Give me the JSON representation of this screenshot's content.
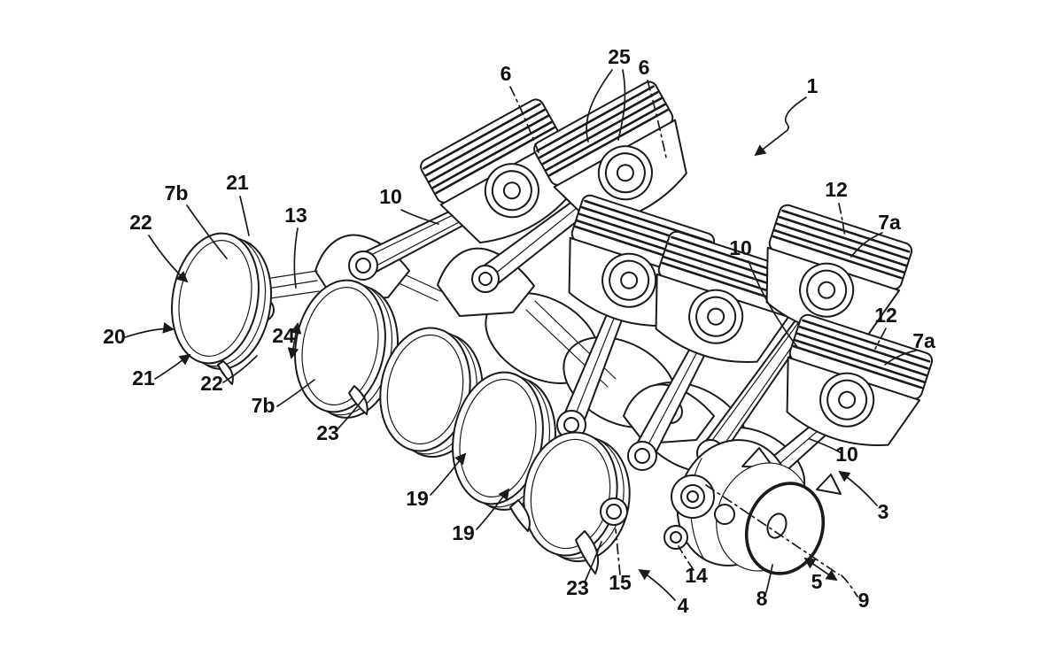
{
  "figure": {
    "colors": {
      "ink": "#1a1a1a",
      "background": "#ffffff"
    },
    "labels": [
      {
        "id": "6-left",
        "text": "6"
      },
      {
        "id": "25",
        "text": "25"
      },
      {
        "id": "6-right",
        "text": "6"
      },
      {
        "id": "1",
        "text": "1"
      },
      {
        "id": "7b-top",
        "text": "7b"
      },
      {
        "id": "21-top",
        "text": "21"
      },
      {
        "id": "22-top",
        "text": "22"
      },
      {
        "id": "13",
        "text": "13"
      },
      {
        "id": "10-left",
        "text": "10"
      },
      {
        "id": "20",
        "text": "20"
      },
      {
        "id": "21-bottom",
        "text": "21"
      },
      {
        "id": "22-bottom",
        "text": "22"
      },
      {
        "id": "24",
        "text": "24"
      },
      {
        "id": "7b-bottom",
        "text": "7b"
      },
      {
        "id": "23-left",
        "text": "23"
      },
      {
        "id": "19-upper",
        "text": "19"
      },
      {
        "id": "19-lower",
        "text": "19"
      },
      {
        "id": "23-bottom",
        "text": "23"
      },
      {
        "id": "15",
        "text": "15"
      },
      {
        "id": "4",
        "text": "4"
      },
      {
        "id": "14",
        "text": "14"
      },
      {
        "id": "8",
        "text": "8"
      },
      {
        "id": "5",
        "text": "5"
      },
      {
        "id": "9",
        "text": "9"
      },
      {
        "id": "3",
        "text": "3"
      },
      {
        "id": "10-mid",
        "text": "10"
      },
      {
        "id": "10-right",
        "text": "10"
      },
      {
        "id": "12-top",
        "text": "12"
      },
      {
        "id": "7a-top",
        "text": "7a"
      },
      {
        "id": "12-mid",
        "text": "12"
      },
      {
        "id": "7a-bottom",
        "text": "7a"
      }
    ]
  }
}
